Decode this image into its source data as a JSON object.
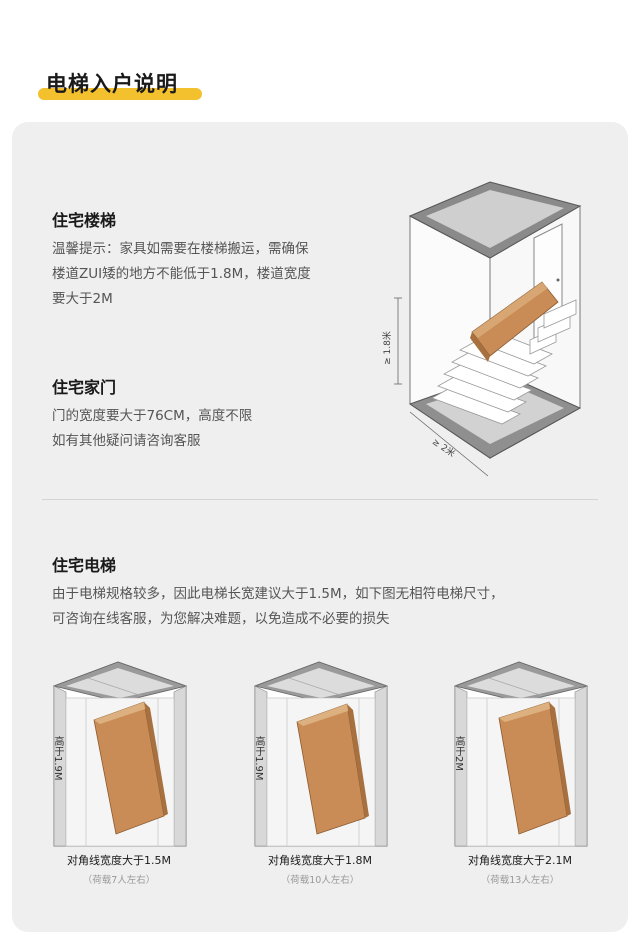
{
  "header": {
    "title": "电梯入户说明"
  },
  "stairs": {
    "title": "住宅楼梯",
    "lines": [
      "温馨提示：家具如需要在楼梯搬运，需确保",
      "楼道ZUI矮的地方不能低于1.8M，楼道宽度",
      "要大于2M"
    ],
    "height_label": "≥ 1.8米",
    "width_label": "≥ 2米"
  },
  "door": {
    "title": "住宅家门",
    "lines": [
      "门的宽度要大于76CM，高度不限",
      "如有其他疑问请咨询客服"
    ]
  },
  "elevator": {
    "title": "住宅电梯",
    "lines": [
      "由于电梯规格较多，因此电梯长宽建议大于1.5M，如下图无相符电梯尺寸，",
      "可咨询在线客服，为您解决难题，以免造成不必要的损失"
    ],
    "cards": [
      {
        "height": "高于1.9M",
        "caption": "对角线宽度大于1.5M",
        "sub": "（荷载7人左右）"
      },
      {
        "height": "高于1.9M",
        "caption": "对角线宽度大于1.8M",
        "sub": "（荷载10人左右）"
      },
      {
        "height": "高于2M",
        "caption": "对角线宽度大于2.1M",
        "sub": "（荷载13人左右）"
      }
    ]
  },
  "colors": {
    "accent": "#f4c12e",
    "box": "#c98c56",
    "box_dark": "#a8703f",
    "box_light": "#ddb07f"
  }
}
